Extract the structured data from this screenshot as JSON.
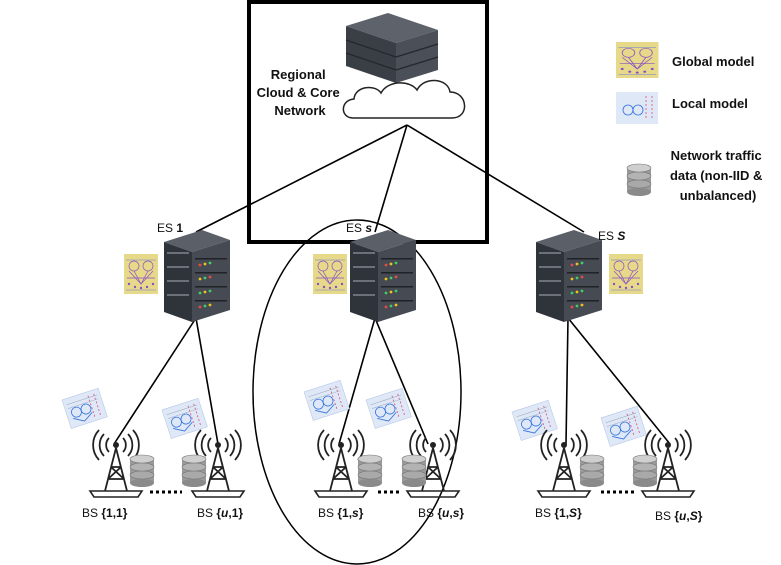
{
  "cloud": {
    "label_lines": [
      "Regional",
      "Cloud & Core",
      "Network"
    ]
  },
  "legend": {
    "global_model": "Global model",
    "local_model": "Local model",
    "traffic_lines": [
      "Network traffic",
      "data (non-IID &",
      "unbalanced)"
    ]
  },
  "edge_servers": [
    {
      "prefix": "ES ",
      "index": "1",
      "index_italic": false
    },
    {
      "prefix": "ES ",
      "index": "s",
      "index_italic": true
    },
    {
      "prefix": "ES ",
      "index": "S",
      "index_italic": true
    }
  ],
  "base_stations": [
    {
      "prefix": "BS ",
      "open": "{",
      "a": "1",
      "comma": ",",
      "b": "1",
      "close": "}"
    },
    {
      "prefix": "BS ",
      "open": "{",
      "a": "u",
      "comma": ",",
      "b": "1",
      "close": "}"
    },
    {
      "prefix": "BS ",
      "open": "{",
      "a": "1",
      "comma": ",",
      "b": "s",
      "close": "}"
    },
    {
      "prefix": "BS ",
      "open": "{",
      "a": "u",
      "comma": ",",
      "b": "s",
      "close": "}"
    },
    {
      "prefix": "BS ",
      "open": "{",
      "a": "1",
      "comma": ",",
      "b": "S",
      "close": "}"
    },
    {
      "prefix": "BS ",
      "open": "{",
      "a": "u",
      "comma": ",",
      "b": "S",
      "close": "}"
    }
  ],
  "colors": {
    "global_model_bg": "#e6d98a",
    "local_model_bg": "#dfe8f7",
    "server_dark": "#3b3f46",
    "frame": "#000000"
  }
}
